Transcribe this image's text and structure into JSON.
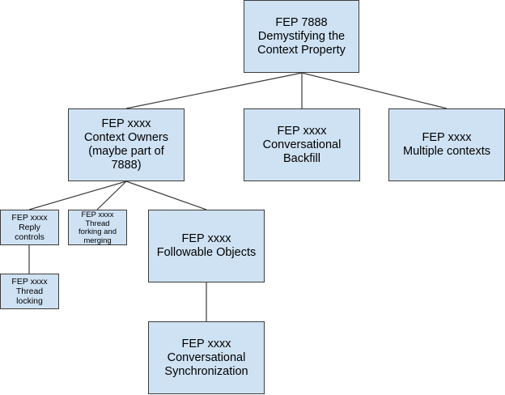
{
  "diagram": {
    "nodes": {
      "fep_7888": "FEP 7888\nDemystifying the\nContext Property",
      "context_owners": "FEP xxxx\nContext Owners\n(maybe part of\n7888)",
      "conversational_backfill": "FEP xxxx\nConversational\nBackfill",
      "multiple_contexts": "FEP xxxx\nMultiple contexts",
      "reply_controls": "FEP xxxx\nReply\ncontrols",
      "thread_forking": "FEP xxxx\nThread\nforking and\nmerging",
      "followable_objects": "FEP xxxx\nFollowable Objects",
      "thread_locking": "FEP xxxx\nThread\nlocking",
      "conversational_sync": "FEP xxxx\nConversational\nSynchronization"
    },
    "edges": [
      [
        "fep_7888",
        "context_owners"
      ],
      [
        "fep_7888",
        "conversational_backfill"
      ],
      [
        "fep_7888",
        "multiple_contexts"
      ],
      [
        "context_owners",
        "reply_controls"
      ],
      [
        "context_owners",
        "thread_forking"
      ],
      [
        "context_owners",
        "followable_objects"
      ],
      [
        "reply_controls",
        "thread_locking"
      ],
      [
        "followable_objects",
        "conversational_sync"
      ]
    ],
    "colors": {
      "node_fill": "#cfe2f3",
      "node_border": "#3c3c3c",
      "connector": "#3a3a3a"
    }
  }
}
